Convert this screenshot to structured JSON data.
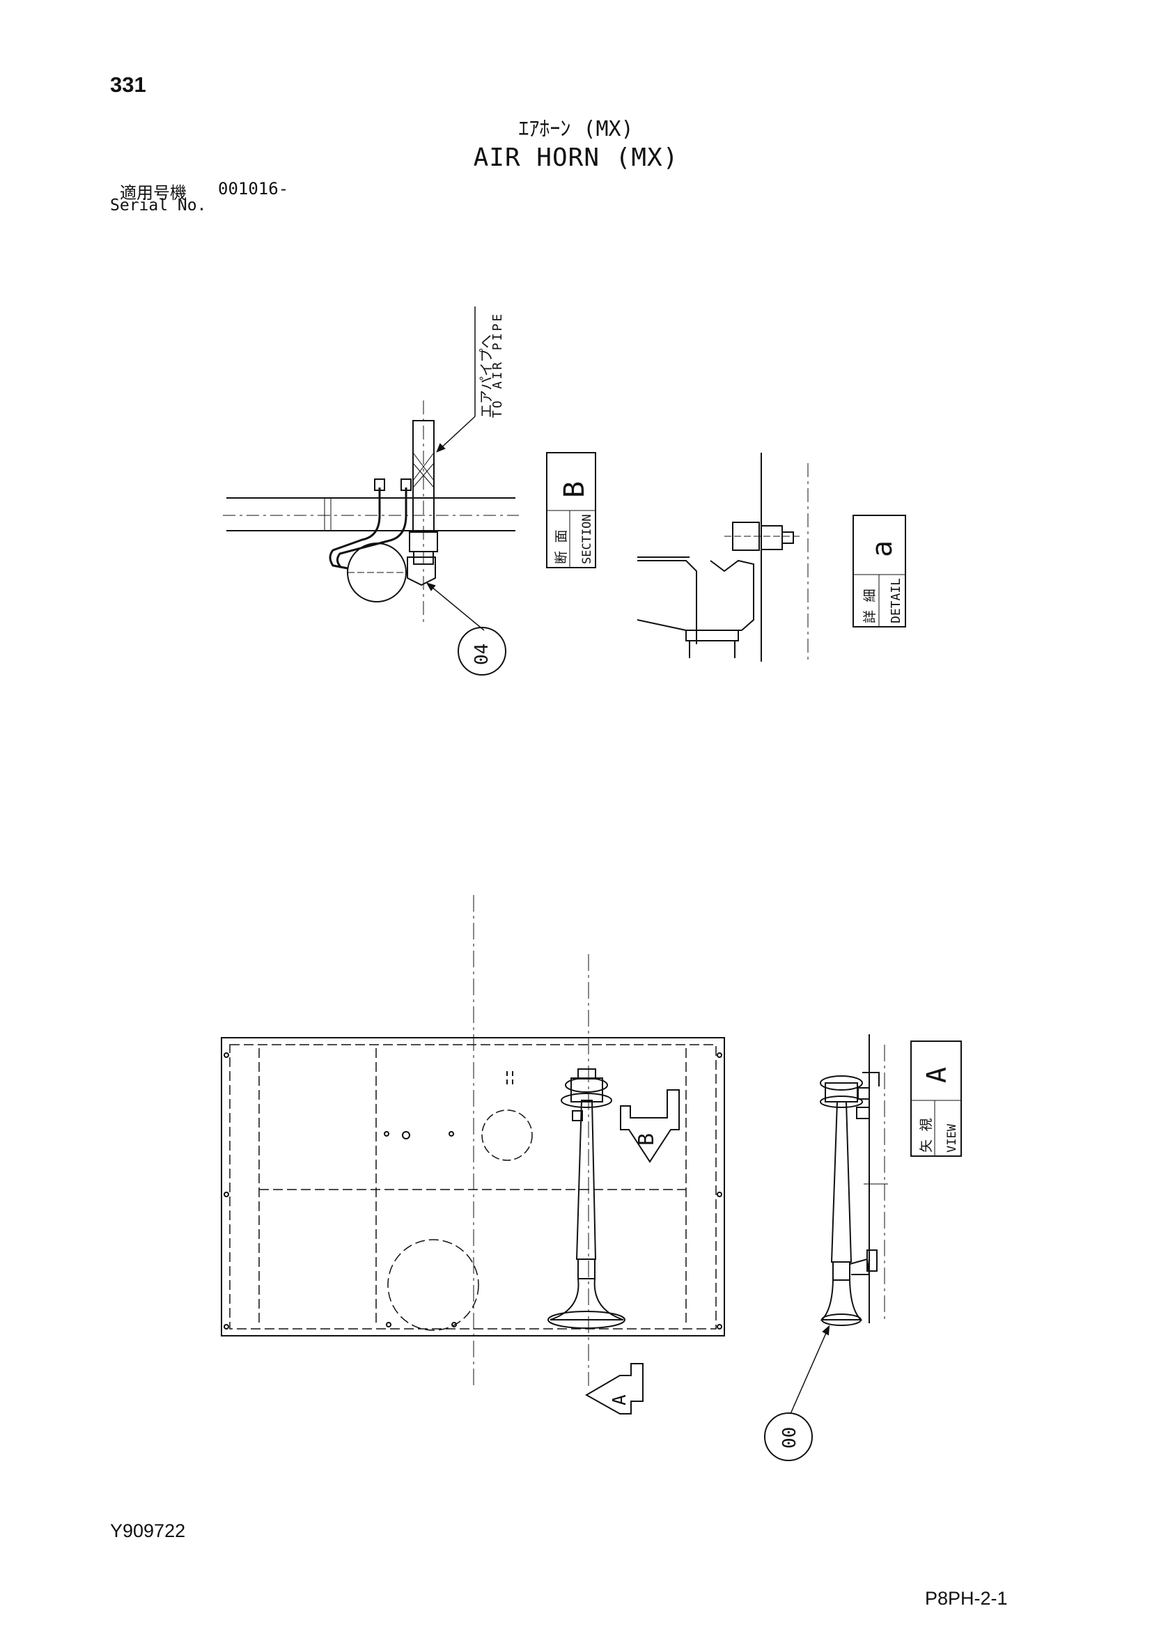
{
  "page_number": "331",
  "title_jp": "ｴｱﾎｰﾝ (MX)",
  "title_en": "AIR HORN (MX)",
  "serial": {
    "label_jp": "適用号機",
    "label_en": "Serial No.",
    "value": "001016-"
  },
  "callouts": {
    "pipe_note_jp": "エアパイプへ",
    "pipe_note_en": "TO AIR PIPE",
    "part_04": "04",
    "part_00": "00"
  },
  "views": {
    "section": {
      "jp": "断 面",
      "en": "SECTION",
      "letter": "B"
    },
    "detail": {
      "jp": "詳 細",
      "en": "DETAIL",
      "letter": "a"
    },
    "view": {
      "jp": "矢 視",
      "en": "VIEW",
      "letter": "A"
    }
  },
  "arrows": {
    "b": "B",
    "a": "A"
  },
  "footer": {
    "drawing_code": "Y909722",
    "sheet_code": "P8PH-2-1"
  }
}
